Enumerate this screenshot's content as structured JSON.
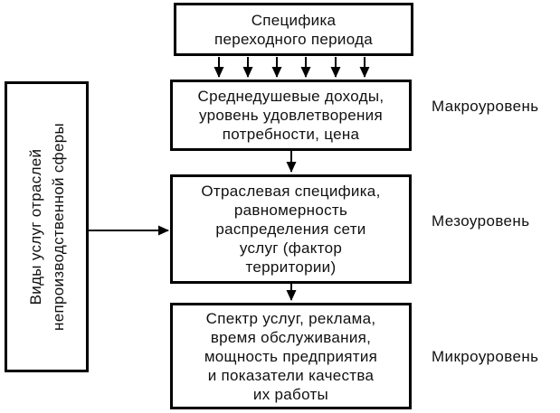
{
  "diagram": {
    "colors": {
      "background": "#ffffff",
      "border": "#000000",
      "text": "#111111"
    },
    "top_box": {
      "lines": [
        "Специфика",
        "переходного периода"
      ]
    },
    "left_box": {
      "lines": [
        "Виды услуг отраслей",
        "непроизводственной сферы"
      ]
    },
    "levels": [
      {
        "label": "Макроуровень",
        "box_lines": [
          "Среднедушевые доходы,",
          "уровень удовлетворения",
          "потребности, цена"
        ]
      },
      {
        "label": "Мезоуровень",
        "box_lines": [
          "Отраслевая специфика,",
          "равномерность",
          "распределения сети",
          "услуг (фактор",
          "территории)"
        ]
      },
      {
        "label": "Микроуровень",
        "box_lines": [
          "Спектр услуг, реклама,",
          "время обслуживания,",
          "мощность предприятия",
          "и показатели качества",
          "их работы"
        ]
      }
    ]
  }
}
